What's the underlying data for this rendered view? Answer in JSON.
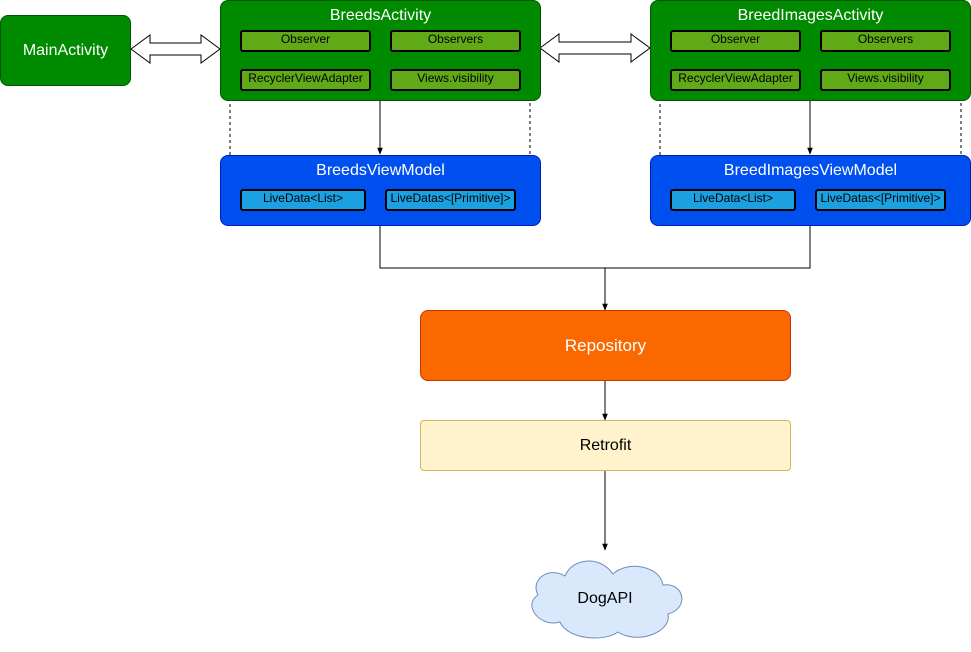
{
  "nodes": {
    "main_activity": "MainActivity",
    "breeds_activity": {
      "title": "BreedsActivity",
      "observer": "Observer",
      "observers": "Observers",
      "adapter": "RecyclerViewAdapter",
      "visibility": "Views.visibility"
    },
    "breed_images_activity": {
      "title": "BreedImagesActivity",
      "observer": "Observer",
      "observers": "Observers",
      "adapter": "RecyclerViewAdapter",
      "visibility": "Views.visibility"
    },
    "breeds_viewmodel": {
      "title": "BreedsViewModel",
      "livedata_list": "LiveData<List>",
      "livedatas_primitive": "LiveDatas<[Primitive]>"
    },
    "breed_images_viewmodel": {
      "title": "BreedImagesViewModel",
      "livedata_list": "LiveData<List>",
      "livedatas_primitive": "LiveDatas<[Primitive]>"
    },
    "repository": "Repository",
    "retrofit": "Retrofit",
    "dog_api": "DogAPI"
  },
  "colors": {
    "activity_fill": "#008a00",
    "sub_green": "#60a917",
    "viewmodel_fill": "#0050ef",
    "sub_blue": "#1ba1e2",
    "repository_fill": "#fa6800",
    "retrofit_fill": "#fff2cc",
    "cloud_fill": "#dae8fc"
  }
}
